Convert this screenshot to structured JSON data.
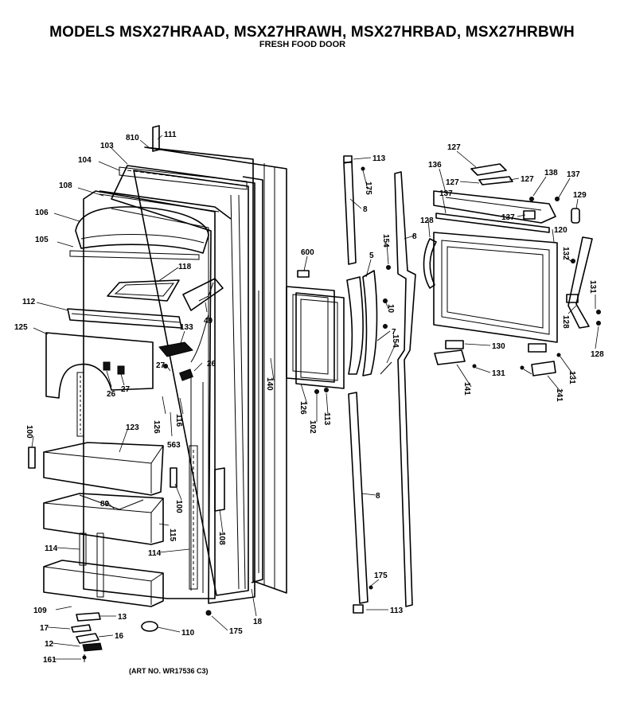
{
  "header": {
    "title": "MODELS MSX27HRAAD, MSX27HRAWH, MSX27HRBAD, MSX27HRBWH",
    "subtitle": "FRESH FOOD DOOR"
  },
  "footer": {
    "art_no": "(ART NO. WR17536 C3)"
  },
  "callouts": [
    {
      "id": "c1",
      "text": "810"
    },
    {
      "id": "c2",
      "text": "111"
    },
    {
      "id": "c3",
      "text": "103"
    },
    {
      "id": "c4",
      "text": "104"
    },
    {
      "id": "c5",
      "text": "108"
    },
    {
      "id": "c6",
      "text": "106"
    },
    {
      "id": "c7",
      "text": "105"
    },
    {
      "id": "c8",
      "text": "118"
    },
    {
      "id": "c9",
      "text": "112"
    },
    {
      "id": "c10",
      "text": "125"
    },
    {
      "id": "c11",
      "text": "133"
    },
    {
      "id": "c12",
      "text": "49"
    },
    {
      "id": "c13",
      "text": "27"
    },
    {
      "id": "c14",
      "text": "26"
    },
    {
      "id": "c15",
      "text": "26"
    },
    {
      "id": "c16",
      "text": "27"
    },
    {
      "id": "c17",
      "text": "126"
    },
    {
      "id": "c18",
      "text": "116"
    },
    {
      "id": "c19",
      "text": "563"
    },
    {
      "id": "c20",
      "text": "100"
    },
    {
      "id": "c21",
      "text": "123"
    },
    {
      "id": "c22",
      "text": "89"
    },
    {
      "id": "c23",
      "text": "100"
    },
    {
      "id": "c24",
      "text": "115"
    },
    {
      "id": "c25",
      "text": "114"
    },
    {
      "id": "c26",
      "text": "114"
    },
    {
      "id": "c27",
      "text": "108"
    },
    {
      "id": "c28",
      "text": "109"
    },
    {
      "id": "c29",
      "text": "13"
    },
    {
      "id": "c30",
      "text": "17"
    },
    {
      "id": "c31",
      "text": "16"
    },
    {
      "id": "c32",
      "text": "12"
    },
    {
      "id": "c33",
      "text": "161"
    },
    {
      "id": "c34",
      "text": "110"
    },
    {
      "id": "c35",
      "text": "175"
    },
    {
      "id": "c36",
      "text": "18"
    },
    {
      "id": "c37",
      "text": "140"
    },
    {
      "id": "c38",
      "text": "600"
    },
    {
      "id": "c39",
      "text": "126"
    },
    {
      "id": "c40",
      "text": "102"
    },
    {
      "id": "c41",
      "text": "113"
    },
    {
      "id": "c42",
      "text": "113"
    },
    {
      "id": "c43",
      "text": "175"
    },
    {
      "id": "c44",
      "text": "8"
    },
    {
      "id": "c45",
      "text": "5"
    },
    {
      "id": "c46",
      "text": "154"
    },
    {
      "id": "c47",
      "text": "10"
    },
    {
      "id": "c48",
      "text": "7"
    },
    {
      "id": "c49",
      "text": "154"
    },
    {
      "id": "c50",
      "text": "8"
    },
    {
      "id": "c51",
      "text": "8"
    },
    {
      "id": "c52",
      "text": "175"
    },
    {
      "id": "c53",
      "text": "113"
    },
    {
      "id": "c54",
      "text": "127"
    },
    {
      "id": "c55",
      "text": "136"
    },
    {
      "id": "c56",
      "text": "127"
    },
    {
      "id": "c57",
      "text": "127"
    },
    {
      "id": "c58",
      "text": "138"
    },
    {
      "id": "c59",
      "text": "137"
    },
    {
      "id": "c60",
      "text": "137"
    },
    {
      "id": "c61",
      "text": "129"
    },
    {
      "id": "c62",
      "text": "128"
    },
    {
      "id": "c63",
      "text": "137"
    },
    {
      "id": "c64",
      "text": "120"
    },
    {
      "id": "c65",
      "text": "132"
    },
    {
      "id": "c66",
      "text": "131"
    },
    {
      "id": "c67",
      "text": "128"
    },
    {
      "id": "c68",
      "text": "128"
    },
    {
      "id": "c69",
      "text": "130"
    },
    {
      "id": "c70",
      "text": "131"
    },
    {
      "id": "c71",
      "text": "131"
    },
    {
      "id": "c72",
      "text": "141"
    },
    {
      "id": "c73",
      "text": "141"
    }
  ]
}
